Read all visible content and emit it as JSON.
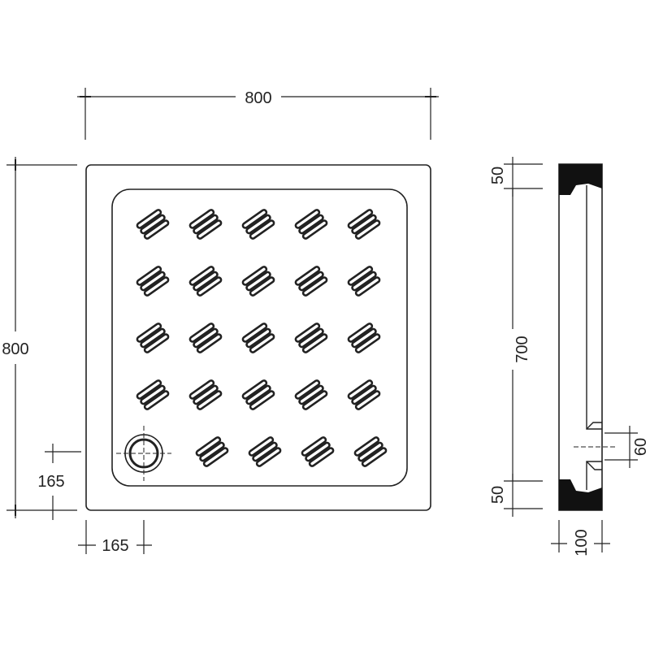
{
  "colors": {
    "line": "#222222",
    "fill": "#111111",
    "background": "#ffffff"
  },
  "plan_view": {
    "width_label": "800",
    "height_label": "800",
    "drain_offset_x_label": "165",
    "drain_offset_y_label": "165",
    "grip_rows": 5,
    "grip_cols": 5,
    "drain_icon": "drain-outlet-icon"
  },
  "side_view": {
    "top_rim_label": "50",
    "inner_height_label": "700",
    "bottom_rim_label": "50",
    "drain_height_label": "60",
    "depth_label": "100"
  }
}
